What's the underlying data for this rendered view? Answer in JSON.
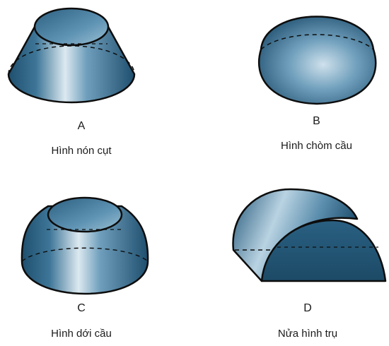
{
  "figures": [
    {
      "letter": "A",
      "caption": "Hình nón cụt"
    },
    {
      "letter": "B",
      "caption": "Hình chòm cầu"
    },
    {
      "letter": "C",
      "caption": "Hình dới cầu"
    },
    {
      "letter": "D",
      "caption": "Nửa hình trụ"
    }
  ],
  "colors": {
    "shape_dark": "#1f4f6e",
    "shape_mid": "#4a82a3",
    "shape_light": "#dce9f0",
    "outline": "#0d0d0d",
    "text": "#1a1a1a"
  }
}
